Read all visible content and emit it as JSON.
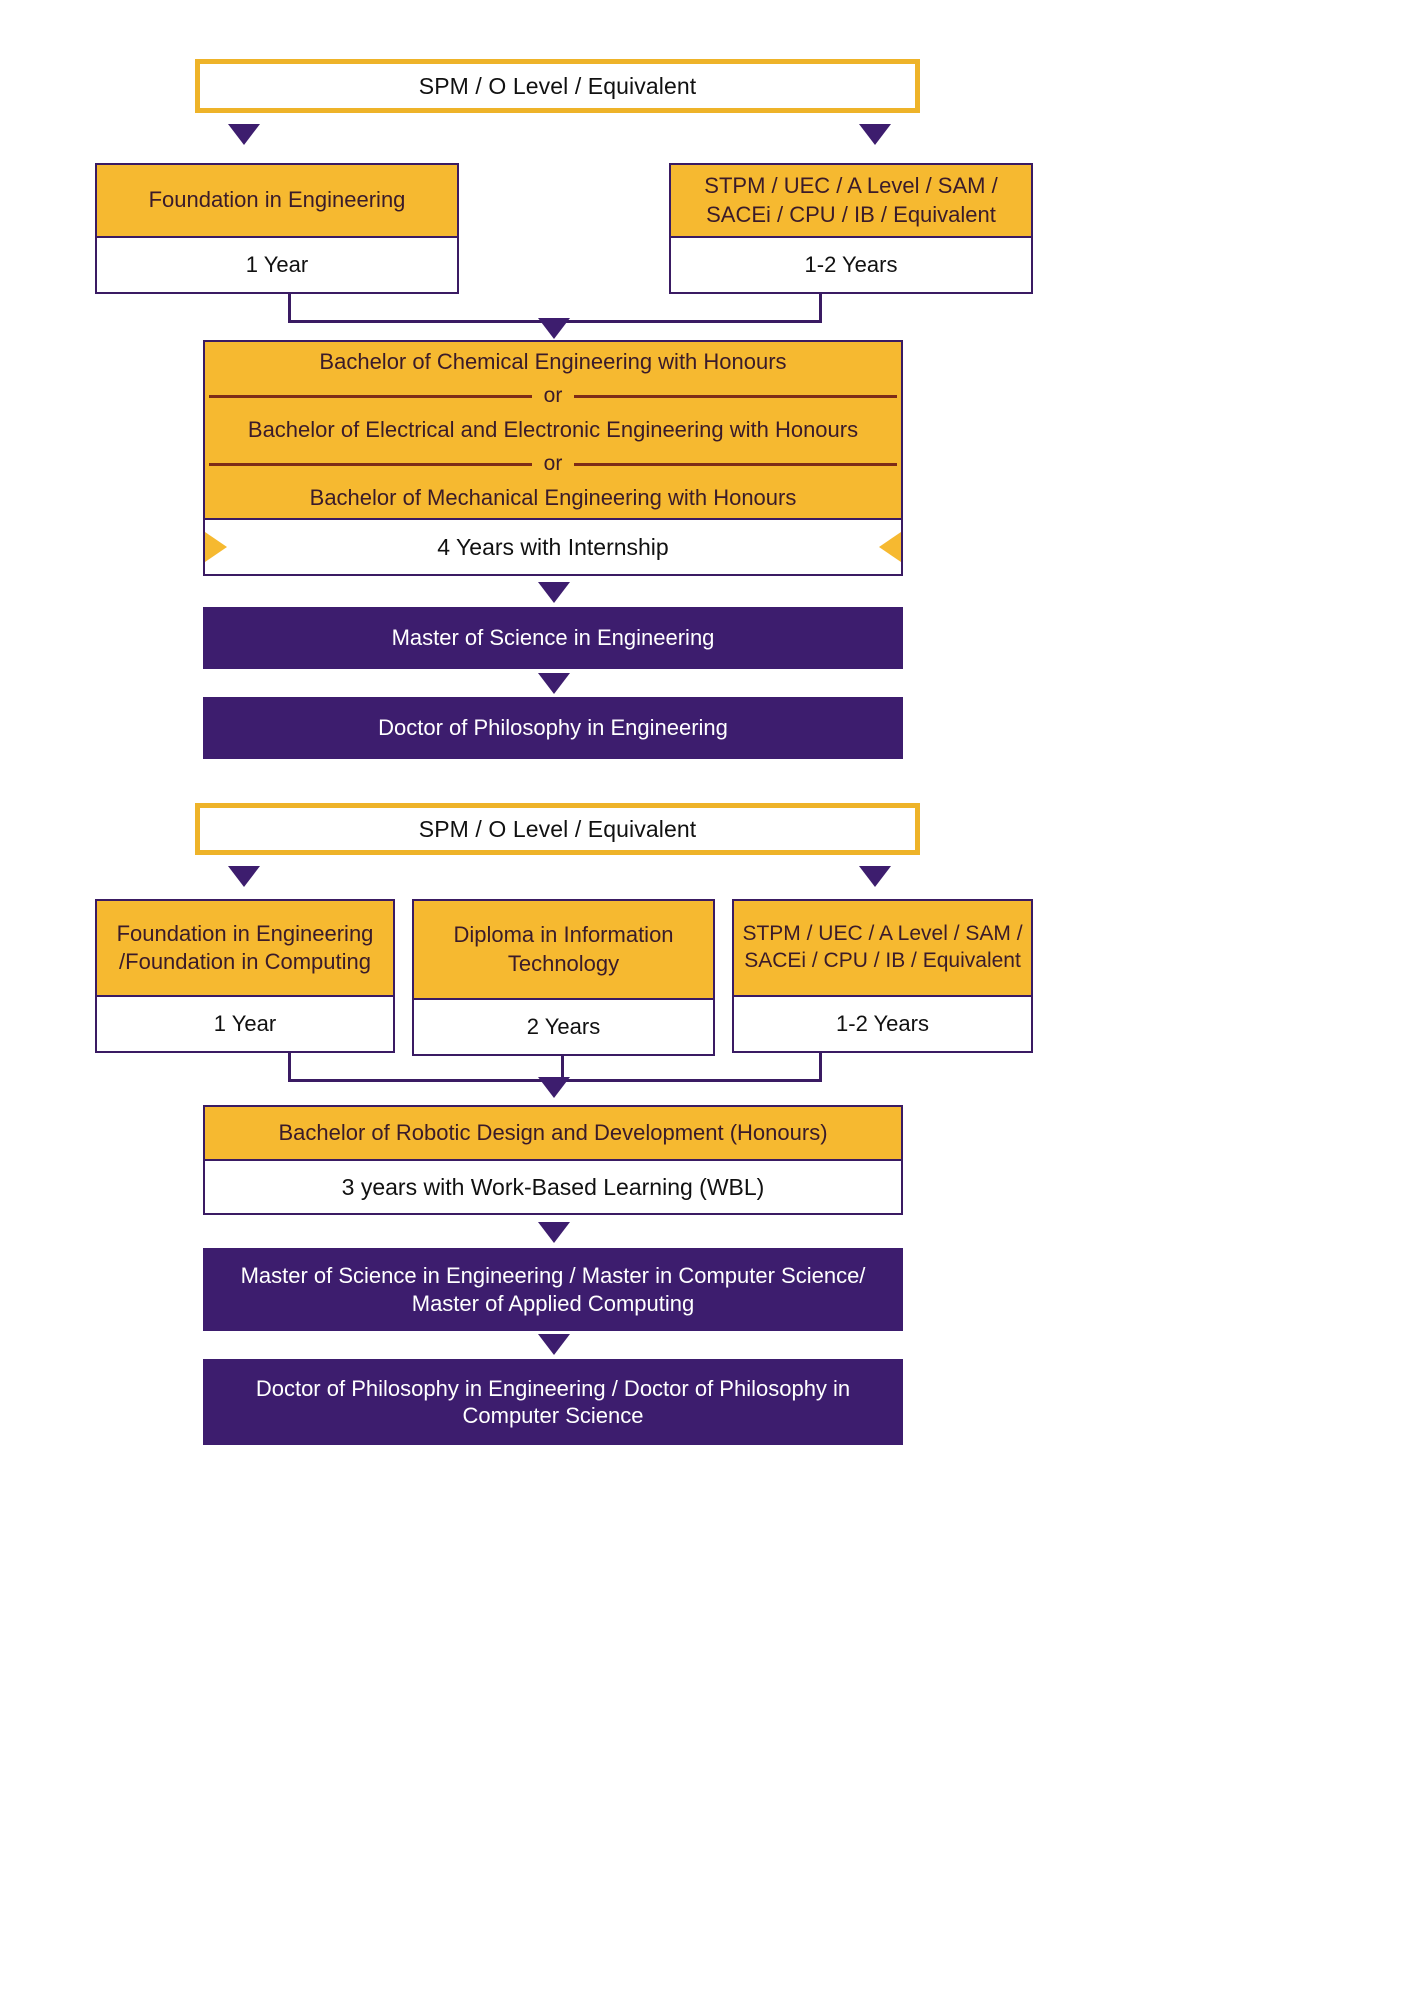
{
  "meta": {
    "title": "Engineering & Robotics Study Pathway Flowchart",
    "colors": {
      "yellow": "#f6b930",
      "entry_border": "#eeb329",
      "purple": "#3d1d6e",
      "outline": "#3a1b63",
      "rule_red": "#7d2b17"
    }
  },
  "pathway_engineering": {
    "entry": {
      "label": "SPM / O Level / Equivalent"
    },
    "routes": [
      {
        "name": "Foundation in Engineering",
        "duration": "1 Year"
      },
      {
        "name": "STPM / UEC / A Level / SAM / SACEi / CPU / IB / Equivalent",
        "duration": "1-2 Years"
      }
    ],
    "degree": {
      "options": [
        "Bachelor of Chemical Engineering with Honours",
        "Bachelor of Electrical and Electronic Engineering with Honours",
        "Bachelor of Mechanical Engineering with Honours"
      ],
      "connector": "or",
      "duration": "4 Years with Internship"
    },
    "postgrad": [
      "Master of Science in Engineering",
      "Doctor of Philosophy in Engineering"
    ]
  },
  "pathway_robotics": {
    "entry": {
      "label": "SPM / O Level / Equivalent"
    },
    "routes": [
      {
        "name": "Foundation in Engineering /Foundation in Computing",
        "duration": "1 Year"
      },
      {
        "name": "Diploma in Information Technology",
        "duration": "2 Years"
      },
      {
        "name": "STPM / UEC / A Level / SAM / SACEi / CPU / IB / Equivalent",
        "duration": "1-2 Years"
      }
    ],
    "degree": {
      "options": [
        "Bachelor of Robotic Design and Development (Honours)"
      ],
      "duration": "3 years with Work-Based Learning (WBL)"
    },
    "postgrad": [
      "Master of Science in Engineering / Master in Computer Science/ Master of Applied Computing",
      "Doctor of Philosophy in Engineering / Doctor of Philosophy in Computer Science"
    ]
  }
}
